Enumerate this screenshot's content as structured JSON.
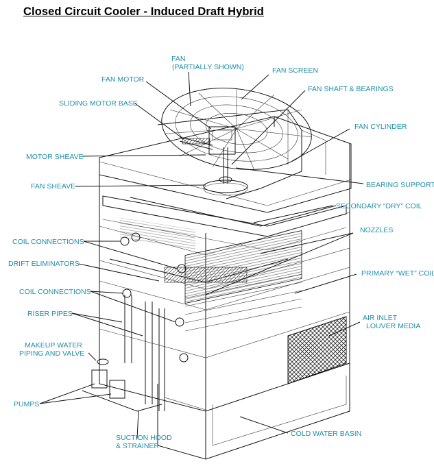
{
  "title": "Closed Circuit Cooler - Induced Draft Hybrid",
  "labels": {
    "fan": "FAN",
    "fan_partial": "(PARTIALLY SHOWN)",
    "fan_motor": "FAN MOTOR",
    "fan_screen": "FAN SCREEN",
    "sliding_motor_base": "SLIDING MOTOR BASE",
    "fan_shaft": "FAN SHAFT & BEARINGS",
    "fan_cylinder": "FAN CYLINDER",
    "motor_sheave": "MOTOR SHEAVE",
    "fan_sheave": "FAN SHEAVE",
    "bearing_support": "BEARING SUPPORT",
    "secondary_coil": "SECONDARY “DRY” COIL",
    "nozzles": "NOZZLES",
    "coil_connections_1": "COIL CONNECTIONS",
    "drift_eliminators": "DRIFT ELIMINATORS",
    "primary_coil": "PRIMARY “WET” COIL",
    "coil_connections_2": "COIL CONNECTIONS",
    "riser_pipes": "RISER PIPES",
    "air_inlet_1": "AIR INLET",
    "air_inlet_2": "LOUVER MEDIA",
    "makeup_1": "MAKEUP WATER",
    "makeup_2": "PIPING AND VALVE",
    "pumps": "PUMPS",
    "suction_1": "SUCTION HOOD",
    "suction_2": "& STRAINER",
    "cold_water_basin": "COLD WATER BASIN"
  },
  "colors": {
    "label": "#1f8fa6",
    "line": "#111111",
    "title": "#000000"
  }
}
